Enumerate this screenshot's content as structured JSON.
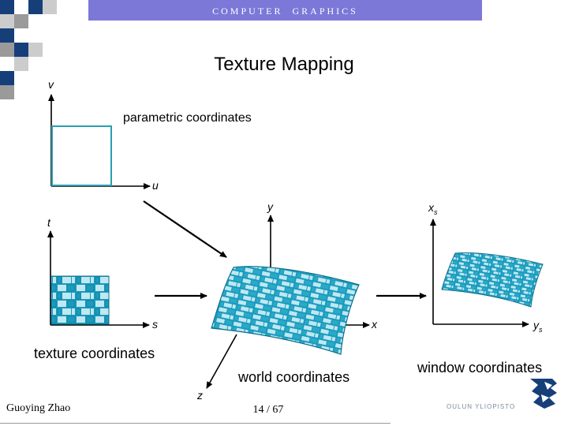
{
  "header": {
    "course": "COMPUTER GRAPHICS"
  },
  "slide": {
    "title": "Texture Mapping",
    "labels": {
      "parametric": "parametric coordinates",
      "texture": "texture coordinates",
      "world": "world coordinates",
      "window": "window coordinates"
    },
    "axes": {
      "v": "v",
      "u": "u",
      "t": "t",
      "s": "s",
      "y": "y",
      "x": "x",
      "z": "z",
      "xs": "x",
      "xs_sub": "s",
      "ys": "y",
      "ys_sub": "s"
    }
  },
  "footer": {
    "author": "Guoying Zhao",
    "page": "14 / 67",
    "university": "OULUN YLIOPISTO"
  },
  "colors": {
    "header_bar": "#7b78d8",
    "brick_dark": "#1a9bbd",
    "brick_light": "#bfe8f2",
    "square_navy": "#163f7a",
    "square_gray": "#9a9a9a",
    "square_light": "#cccccc"
  }
}
